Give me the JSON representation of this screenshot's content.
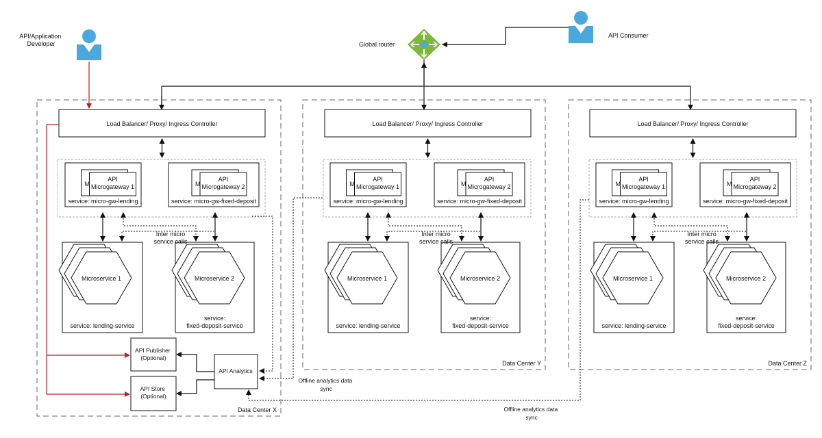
{
  "actors": {
    "developer": "API/Application\nDeveloper",
    "consumer": "API Consumer",
    "router": "Global router"
  },
  "data_centers": [
    {
      "name": "Data Center X",
      "load_balancer": "Load Balancer/ Proxy/ Ingress Controller",
      "gateway1_title": "API\nMicrogateway 1",
      "gateway1_service": "service: micro-gw-lending",
      "gateway2_title": "API\nMicrogateway 2",
      "gateway2_service": "service: micro-gw-fixed-deposit",
      "inter_calls": "Inter micro\nservice calls",
      "ms1": "Microservice 1",
      "ms1_service": "service: lending-service",
      "ms2": "Microservice 2",
      "ms2_service": "service:\nfixed-deposit-service",
      "shadow_letter": "M"
    },
    {
      "name": "Data Center Y",
      "load_balancer": "Load Balancer/ Proxy/ Ingress Controller",
      "gateway1_title": "API\nMicrogateway 1",
      "gateway1_service": "service: micro-gw-lending",
      "gateway2_title": "API\nMicrogateway 2",
      "gateway2_service": "service: micro-gw-fixed-deposit",
      "inter_calls": "Inter micro\nservice calls",
      "ms1": "Microservice 1",
      "ms1_service": "service: lending-service",
      "ms2": "Microservice 2",
      "ms2_service": "service:\nfixed-deposit-service",
      "shadow_letter": "M"
    },
    {
      "name": "Data Center Z",
      "load_balancer": "Load Balancer/ Proxy/ Ingress Controller",
      "gateway1_title": "API\nMicrogateway 1",
      "gateway1_service": "service: micro-gw-lending",
      "gateway2_title": "API\nMicrogateway 2",
      "gateway2_service": "service: micro-gw-fixed-deposit",
      "inter_calls": "Inter micro\nservice calls",
      "ms1": "Microservice 1",
      "ms1_service": "service: lending-service",
      "ms2": "Microservice 2",
      "ms2_service": "service:\nfixed-deposit-service",
      "shadow_letter": "M"
    }
  ],
  "management": {
    "publisher": "API Publisher\n(Optional)",
    "store": "API Store\n(Optional)",
    "analytics": "API Analytics"
  },
  "sync_labels": {
    "y_sync": "Offline analytics data\nsync",
    "z_sync": "Offline analytics data\nsync"
  },
  "colors": {
    "person": "#4aa8dc",
    "router": "#7cb93a",
    "admin_link": "#b22222"
  }
}
